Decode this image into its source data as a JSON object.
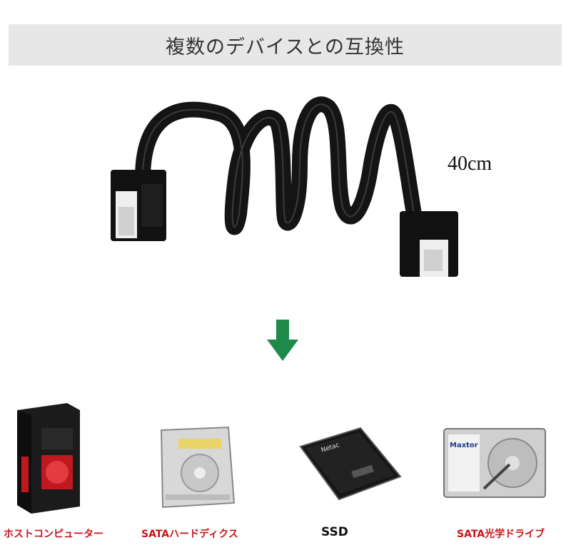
{
  "banner": {
    "title": "複数のデバイスとの互換性"
  },
  "cable": {
    "length_label": "40cm"
  },
  "arrow": {
    "icon": "down-arrow-icon",
    "color": "#1e8a4a"
  },
  "devices": [
    {
      "label": "ホストコンピューター",
      "icon": "pc-tower-icon"
    },
    {
      "label": "SATAハードディクス",
      "icon": "optical-drive-icon"
    },
    {
      "label": "SSD",
      "icon": "ssd-icon"
    },
    {
      "label": "SATA光学ドライブ",
      "icon": "hard-disk-icon"
    }
  ],
  "colors": {
    "label_red": "#c8141c",
    "banner_bg": "#e7e7e7"
  }
}
